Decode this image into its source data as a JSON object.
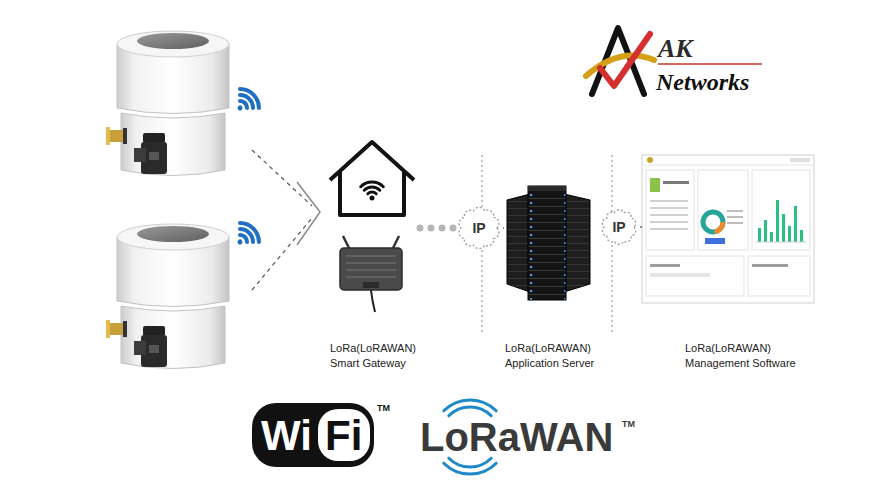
{
  "diagram": {
    "nodes": [
      {
        "text": [
          "LoRa(LoRAWAN) Smart Gateway"
        ]
      },
      {
        "text": [
          "IP"
        ]
      },
      {
        "text": [
          "LoRa(LoRAWAN) Application Server"
        ]
      },
      {
        "text": [
          "IP"
        ]
      },
      {
        "text": [
          "LoRa(LoRAWAN) Management Software"
        ]
      }
    ],
    "edges": [
      {
        "from": 0,
        "to": 1,
        "arrow": "none"
      },
      {
        "from": 1,
        "to": 2,
        "arrow": "none"
      },
      {
        "from": 2,
        "to": 3,
        "arrow": "none"
      },
      {
        "from": 3,
        "to": 4,
        "arrow": "none"
      }
    ],
    "labels": [
      "AK",
      "Networks",
      "Wi",
      "Fi",
      "TM",
      "LoRaWAN",
      "TM"
    ]
  }
}
